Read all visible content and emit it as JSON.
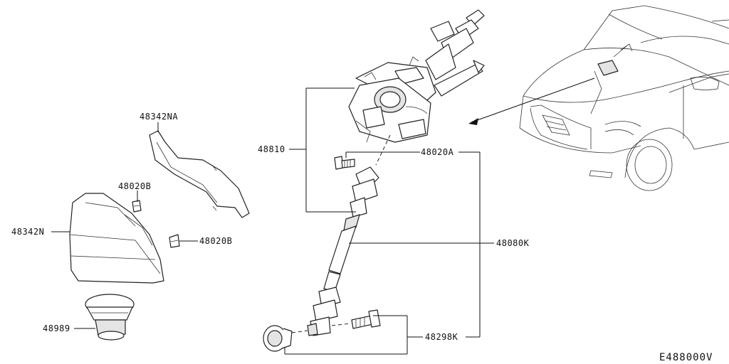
{
  "diagram": {
    "code": "E488000V",
    "parts": {
      "p48342NA": "48342NA",
      "p48020B_top": "48020B",
      "p48342N": "48342N",
      "p48020B_right": "48020B",
      "p48989": "48989",
      "p48810": "48810",
      "p48020A": "48020A",
      "p48080K": "48080K",
      "p48298K": "48298K"
    }
  }
}
